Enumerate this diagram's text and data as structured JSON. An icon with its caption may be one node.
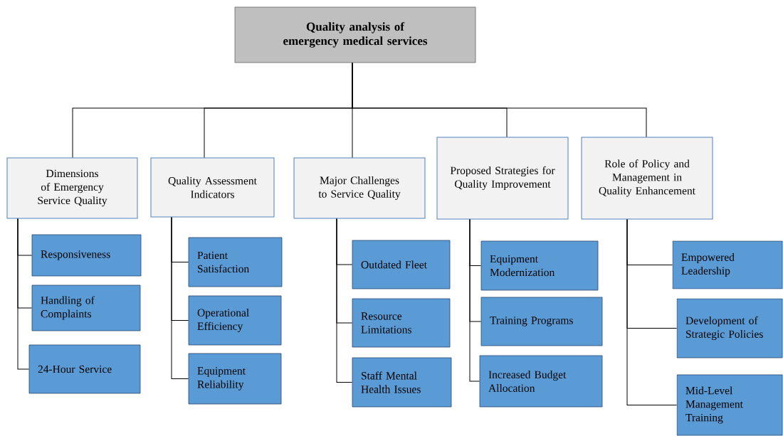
{
  "diagram": {
    "nodes": [
      {
        "text": [
          "Quality analysis of emergency medical services"
        ]
      },
      {
        "text": [
          "Dimensions of Emergency Service Quality"
        ]
      },
      {
        "text": [
          "Quality Assessment Indicators"
        ]
      },
      {
        "text": [
          "Major Challenges to Service Quality"
        ]
      },
      {
        "text": [
          "Proposed Strategies for Quality Improvement"
        ]
      },
      {
        "text": [
          "Role of Policy and Management in Quality Enhancement"
        ]
      },
      {
        "text": [
          "Responsiveness"
        ]
      },
      {
        "text": [
          "Handling of Complaints"
        ]
      },
      {
        "text": [
          "24-Hour Service"
        ]
      },
      {
        "text": [
          "Patient Satisfaction"
        ]
      },
      {
        "text": [
          "Operational Efficiency"
        ]
      },
      {
        "text": [
          "Equipment Reliability"
        ]
      },
      {
        "text": [
          "Outdated Fleet"
        ]
      },
      {
        "text": [
          "Resource Limitations"
        ]
      },
      {
        "text": [
          "Staff Mental Health Issues"
        ]
      },
      {
        "text": [
          "Equipment Modernization"
        ]
      },
      {
        "text": [
          "Training Programs"
        ]
      },
      {
        "text": [
          "Increased Budget Allocation"
        ]
      },
      {
        "text": [
          "Empowered Leadership"
        ]
      },
      {
        "text": [
          "Development of Strategic Policies"
        ]
      },
      {
        "text": [
          "Mid-Level Management Training"
        ]
      }
    ],
    "edges": [
      {
        "from": 0,
        "to": 1,
        "arrow": "none"
      },
      {
        "from": 0,
        "to": 2,
        "arrow": "none"
      },
      {
        "from": 0,
        "to": 3,
        "arrow": "none"
      },
      {
        "from": 0,
        "to": 4,
        "arrow": "none"
      },
      {
        "from": 0,
        "to": 5,
        "arrow": "none"
      },
      {
        "from": 1,
        "to": 6,
        "arrow": "none"
      },
      {
        "from": 1,
        "to": 7,
        "arrow": "none"
      },
      {
        "from": 1,
        "to": 8,
        "arrow": "none"
      },
      {
        "from": 2,
        "to": 9,
        "arrow": "none"
      },
      {
        "from": 2,
        "to": 10,
        "arrow": "none"
      },
      {
        "from": 2,
        "to": 11,
        "arrow": "none"
      },
      {
        "from": 3,
        "to": 12,
        "arrow": "none"
      },
      {
        "from": 3,
        "to": 13,
        "arrow": "none"
      },
      {
        "from": 3,
        "to": 14,
        "arrow": "none"
      },
      {
        "from": 4,
        "to": 15,
        "arrow": "none"
      },
      {
        "from": 4,
        "to": 16,
        "arrow": "none"
      },
      {
        "from": 4,
        "to": 17,
        "arrow": "none"
      },
      {
        "from": 5,
        "to": 18,
        "arrow": "none"
      },
      {
        "from": 5,
        "to": 19,
        "arrow": "none"
      },
      {
        "from": 5,
        "to": 20,
        "arrow": "none"
      }
    ]
  }
}
